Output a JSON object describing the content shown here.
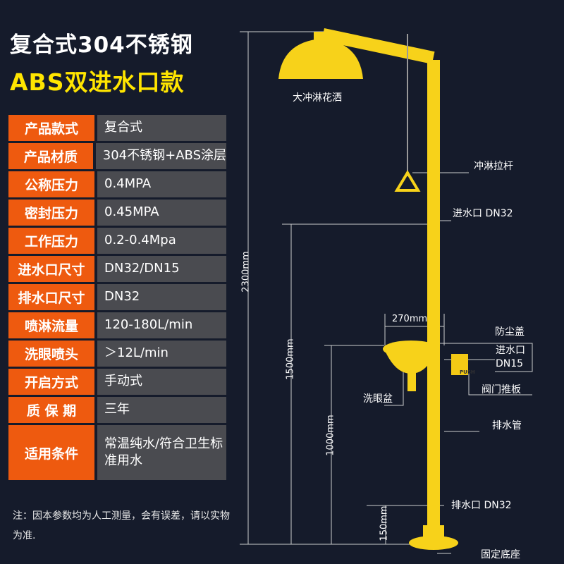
{
  "title_line1": "复合式304不锈钢",
  "title_line2": "ABS双进水口款",
  "specs": [
    {
      "label": "产品款式",
      "value": "复合式"
    },
    {
      "label": "产品材质",
      "value": "304不锈钢+ABS涂层"
    },
    {
      "label": "公称压力",
      "value": "0.4MPA"
    },
    {
      "label": "密封压力",
      "value": "0.45MPA"
    },
    {
      "label": "工作压力",
      "value": "0.2-0.4Mpa"
    },
    {
      "label": "进水口尺寸",
      "value": "DN32/DN15"
    },
    {
      "label": "排水口尺寸",
      "value": "DN32"
    },
    {
      "label": "喷淋流量",
      "value": "120-180L/min"
    },
    {
      "label": "洗眼喷头",
      "value": "＞12L/min"
    },
    {
      "label": "开启方式",
      "value": "手动式"
    },
    {
      "label": "质 保 期",
      "value": "三年"
    },
    {
      "label": "适用条件",
      "value": "常温纯水/符合卫生标准用水"
    }
  ],
  "note": "注：因本参数均为人工测量，会有误差，请以实物为准.",
  "annotations": {
    "shower_head": "大冲淋花洒",
    "pull_rod": "冲淋拉杆",
    "inlet_top": "进水口 DN32",
    "dust_cover": "防尘盖",
    "inlet_eye": "进水口 DN15",
    "valve_plate": "阀门推板",
    "eye_bowl": "洗眼盆",
    "drain_pipe": "排水管",
    "drain_outlet": "排水口 DN32",
    "base": "固定底座",
    "push_label": "PUSH"
  },
  "dimensions": {
    "total": "2300mm",
    "inlet_height": "1500mm",
    "bowl_height": "1000mm",
    "base_height": "150mm",
    "bowl_width": "270mm"
  },
  "colors": {
    "background": "#151b2b",
    "accent": "#ee5a0f",
    "yellow": "#ffe500",
    "value_bg": "#4a4b50"
  }
}
